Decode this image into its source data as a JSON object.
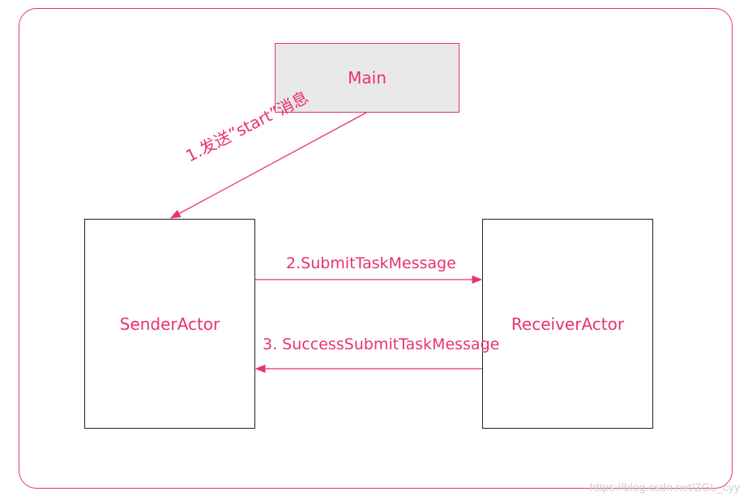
{
  "nodes": {
    "main": "Main",
    "sender": "SenderActor",
    "receiver": "ReceiverActor"
  },
  "edges": {
    "start": "1.发送”start”消息",
    "submit": "2.SubmitTaskMessage",
    "success": "3. SuccessSubmitTaskMessage"
  },
  "watermark": "https://blog.csdn.net/ZGL_cyy",
  "colors": {
    "accent": "#e8336b",
    "main_fill": "#e8e8e8",
    "box_border": "#222222"
  }
}
